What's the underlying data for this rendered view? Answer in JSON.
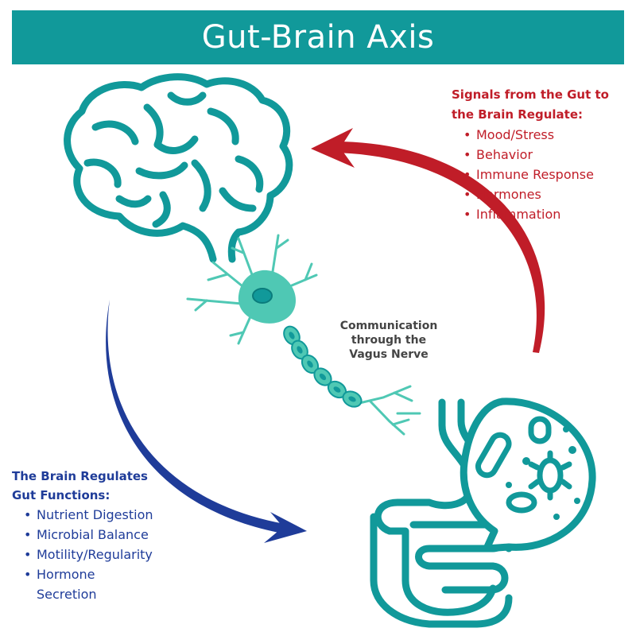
{
  "title": "Gut-Brain Axis",
  "gut_to_brain": {
    "heading_line1": "Signals from the Gut to",
    "heading_line2": "the Brain Regulate:",
    "items": [
      "Mood/Stress",
      "Behavior",
      "Immune Response",
      "Hormones",
      "Inflammation"
    ]
  },
  "brain_to_gut": {
    "heading_line1": "The Brain Regulates",
    "heading_line2": "Gut Functions:",
    "items": [
      "Nutrient Digestion",
      "Microbial Balance",
      "Motility/Regularity",
      "Hormone",
      "Secretion"
    ]
  },
  "vagus": {
    "line1": "Communication",
    "line2": "through the",
    "line3": "Vagus Nerve"
  },
  "colors": {
    "teal": "#11999a",
    "neuron": "#4fc8b4",
    "red": "#c01d28",
    "blue": "#1f3c99"
  },
  "icons": [
    "brain-icon",
    "neuron-icon",
    "intestine-icon",
    "microbe-bubble-icon"
  ]
}
